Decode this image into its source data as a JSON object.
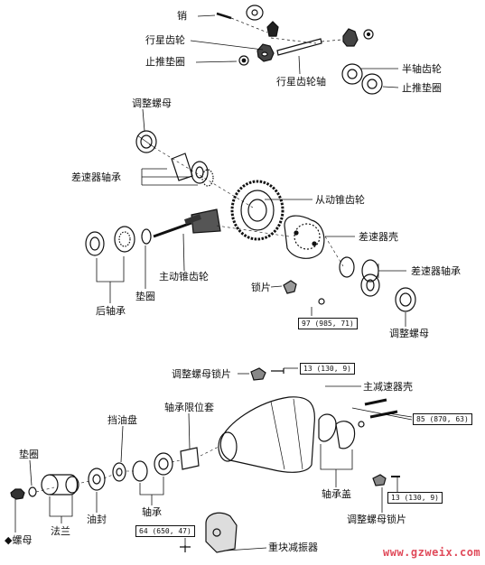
{
  "labels": {
    "pin": "销",
    "planet_gear": "行星齿轮",
    "thrust_washer_top": "止推垫圈",
    "planet_shaft": "行星齿轮轴",
    "side_gear": "半轴齿轮",
    "thrust_washer_right": "止推垫圈",
    "adjust_nut_top": "调整螺母",
    "diff_bearing_left": "差速器轴承",
    "ring_gear": "从动锥齿轮",
    "diff_case": "差速器壳",
    "diff_bearing_right": "差速器轴承",
    "drive_pinion": "主动锥齿轮",
    "lock_plate_mid": "锁片",
    "rear_bearing": "后轴承",
    "spacer": "垫圈",
    "adjust_nut_right": "调整螺母",
    "adjust_lock_top": "调整螺母锁片",
    "main_housing": "主减速器壳",
    "bearing_retainer": "轴承限位套",
    "oil_slinger": "挡油盘",
    "washer_left": "垫圈",
    "oil_seal": "油封",
    "bearing": "轴承",
    "flange": "法兰",
    "nut": "螺母",
    "bearing_cap": "轴承盖",
    "adjust_lock_bottom": "调整螺母锁片",
    "damper": "重块减振器"
  },
  "torques": {
    "t1": "97 (985, 71)",
    "t2": "13 (130, 9)",
    "t3": "85 (870, 63)",
    "t4": "13 (130, 9)",
    "t5": "64 (650, 47)"
  },
  "symbols": {
    "nut_marker": "◆"
  },
  "watermark": "www.gzweix.com"
}
